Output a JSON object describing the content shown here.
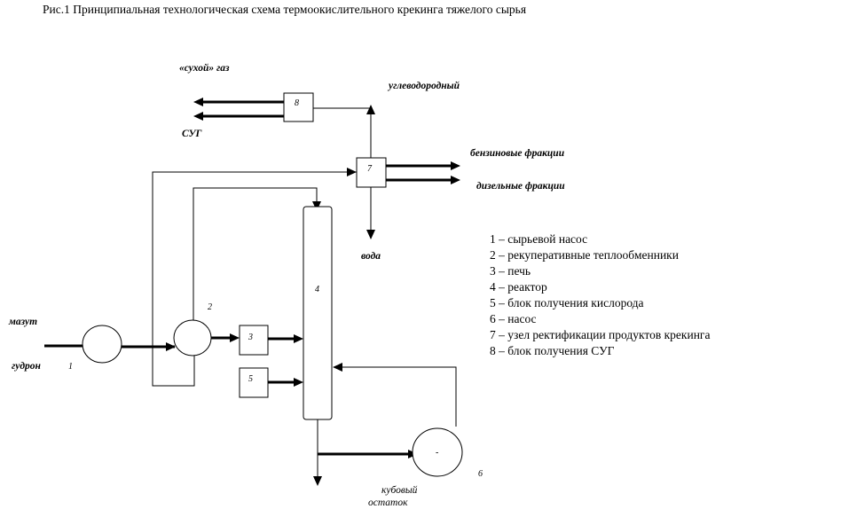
{
  "title": "Рис.1 Принципиальная технологическая схема термоокислительного крекинга тяжелого сырья",
  "streams": {
    "dry_gas": "«сухой» газ",
    "lpg": "СУГ",
    "hydrocarbon": "углеводородный",
    "gasoline": "бензиновые фракции",
    "diesel": "дизельные фракции",
    "water": "вода",
    "fuel_oil": "мазут",
    "tar": "гудрон",
    "bottoms_line1": "кубовый",
    "bottoms_line2": "остаток"
  },
  "units": {
    "u1": "1",
    "u2": "2",
    "u3": "3",
    "u4": "4",
    "u5": "5",
    "u6": "6",
    "u7": "7",
    "u8": "8",
    "u6_mark": "-"
  },
  "legend": [
    "1 – сырьевой насос",
    "2 – рекуперативные теплообменники",
    "3 – печь",
    "4 – реактор",
    "5 – блок получения кислорода",
    "6 – насос",
    "7 – узел ректификации продуктов крекинга",
    "8 – блок получения СУГ"
  ]
}
